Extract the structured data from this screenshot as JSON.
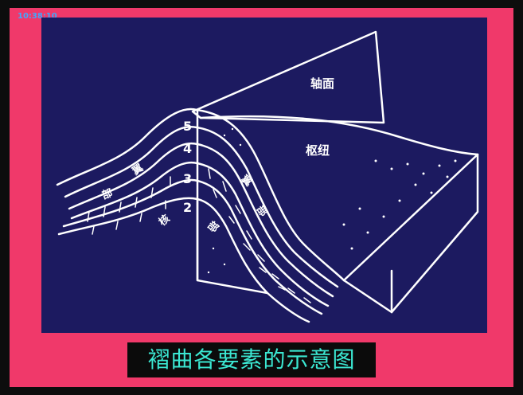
{
  "timestamp": "10:38:10",
  "labels": {
    "axial_plane": "轴面",
    "hinge": "枢纽",
    "layer_numbers": [
      "5",
      "4",
      "3",
      "2"
    ],
    "limb_left": [
      "翼",
      "部"
    ],
    "limb_right": [
      "翼",
      "部"
    ],
    "core": [
      "核",
      "部"
    ]
  },
  "caption": "褶曲各要素的示意图",
  "colors": {
    "frame": "#f0396a",
    "panel": "#1c1a60",
    "caption_text": "#3be7d2"
  }
}
